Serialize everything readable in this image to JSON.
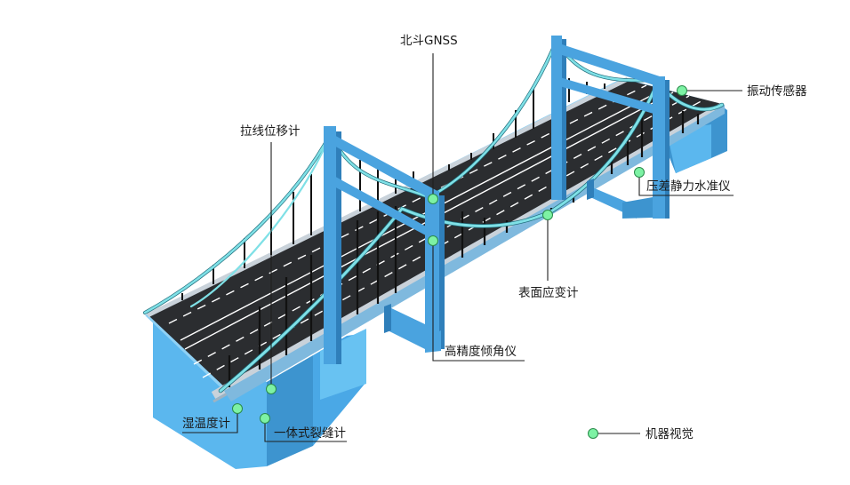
{
  "colors": {
    "sensor_dot": "#7df2a4",
    "sensor_dot_stroke": "#2a8a4a",
    "tower_blue": "#4aa3df",
    "tower_blue_dark": "#2f7fba",
    "pier_blue": "#5bb7ee",
    "pier_blue_side": "#3d94cf",
    "deck_asphalt": "#2b2d30",
    "deck_rail": "#c9d2da",
    "cable_cyan": "#7fe0e6",
    "hanger_black": "#111111",
    "lane_marking": "#ffffff"
  },
  "labels": {
    "gnss": "北斗GNSS",
    "wire_displacement": "拉线位移计",
    "vibration_sensor": "振动传感器",
    "level_gauge": "压差静力水准仪",
    "strain_gauge": "表面应变计",
    "inclinometer": "高精度倾角仪",
    "hygrothermometer": "湿温度计",
    "crack_meter": "一体式裂缝计",
    "machine_vision": "机器视觉"
  }
}
